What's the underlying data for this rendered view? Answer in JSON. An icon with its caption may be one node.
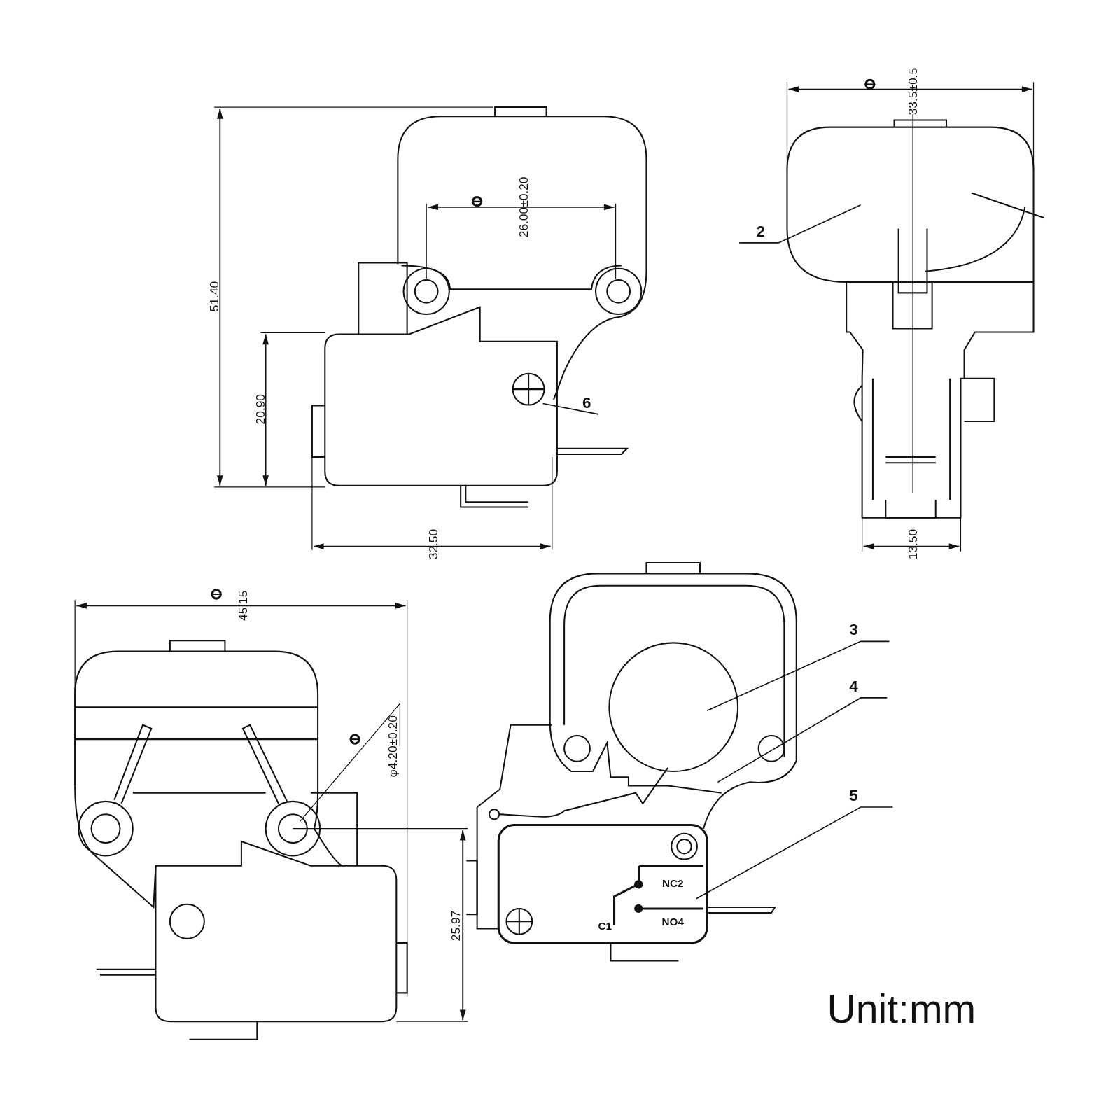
{
  "diagram": {
    "nodes": [
      {
        "text": [
          "2"
        ]
      },
      {
        "text": [
          "6"
        ]
      },
      {
        "text": [
          "3"
        ]
      },
      {
        "text": [
          "4"
        ]
      },
      {
        "text": [
          "5"
        ]
      }
    ],
    "edges": [
      {
        "from": 0,
        "to": null,
        "arrow": "none"
      },
      {
        "from": 1,
        "to": null,
        "arrow": "none"
      },
      {
        "from": 2,
        "to": null,
        "arrow": "none"
      },
      {
        "from": 3,
        "to": null,
        "arrow": "none"
      },
      {
        "from": 4,
        "to": null,
        "arrow": "none"
      }
    ],
    "labels": [
      "33.5±0.5",
      "51.40",
      "26.00±0.20",
      "20.90",
      "32.50",
      "13.50",
      "45.15",
      "φ4.20±0.20",
      "NC2",
      "C1",
      "NO4",
      "25.97",
      "Unit:mm"
    ]
  }
}
